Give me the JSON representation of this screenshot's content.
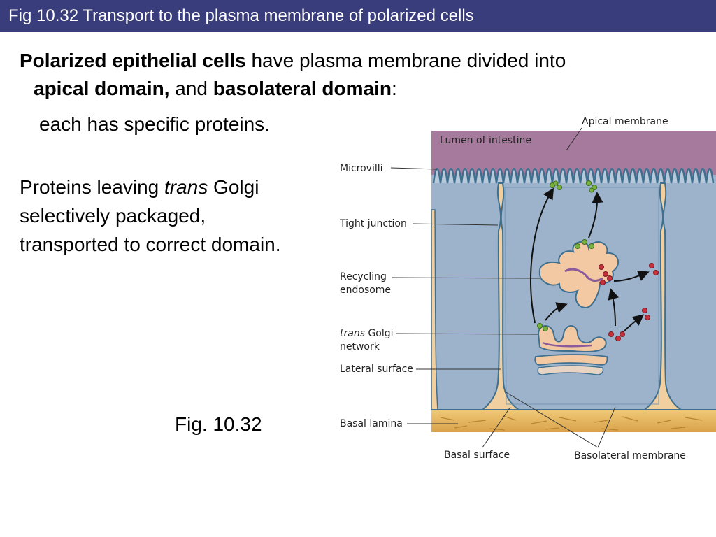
{
  "slide": {
    "title": "Fig 10.32  Transport to the plasma membrane of polarized cells",
    "para1": {
      "bold1": "Polarized epithelial cells",
      "text1": " have plasma membrane divided into",
      "bold2": "apical domain,",
      "text2": " and ",
      "bold3": "basolateral domain",
      "text3": ":"
    },
    "para1_line3": "each has specific proteins.",
    "para2": {
      "line1_a": "Proteins leaving ",
      "line1_trans": "trans",
      "line1_b": " Golgi",
      "line2": "selectively packaged,",
      "line3": "transported to correct domain."
    },
    "caption": "Fig. 10.32"
  },
  "figure": {
    "labels": {
      "apical_membrane": "Apical membrane",
      "lumen": "Lumen of intestine",
      "microvilli": "Microvilli",
      "tight_junction": "Tight junction",
      "recycling_1": "Recycling",
      "recycling_2": "endosome",
      "trans_italic": "trans",
      "golgi": " Golgi",
      "network": "network",
      "lateral_surface": "Lateral surface",
      "basal_lamina": "Basal lamina",
      "basal_surface": "Basal surface",
      "basolateral_membrane": "Basolateral membrane"
    },
    "colors": {
      "title_bar": "#3a3d7c",
      "lumen": "#a67a9c",
      "cytoplasm": "#9db3cc",
      "membrane": "#3f6f8f",
      "organelle": "#f3c9a3",
      "organelle_lumen": "#8a5a9a",
      "basal_lamina": "#e3b45a",
      "green_protein": "#7ab33c",
      "red_protein": "#c8323c"
    }
  }
}
